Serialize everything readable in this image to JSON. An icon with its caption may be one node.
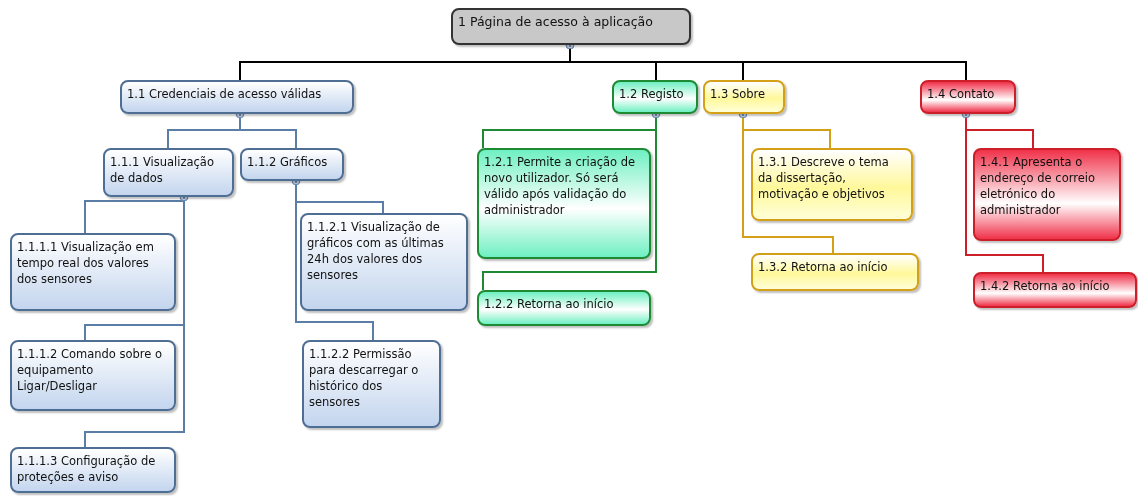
{
  "diagram": {
    "nodes": [
      {
        "text": [
          "1 Página de acesso à aplicação"
        ]
      },
      {
        "text": [
          "1.1 Credenciais de acesso válidas"
        ]
      },
      {
        "text": [
          "1.2 Registo"
        ]
      },
      {
        "text": [
          "1.3 Sobre"
        ]
      },
      {
        "text": [
          "1.4 Contato"
        ]
      },
      {
        "text": [
          "1.1.1 Visualização de dados"
        ]
      },
      {
        "text": [
          "1.1.2 Gráficos"
        ]
      },
      {
        "text": [
          "1.1.1.1 Visualização em tempo real dos valores dos sensores"
        ]
      },
      {
        "text": [
          "1.1.1.2 Comando sobre o equipamento Ligar/Desligar"
        ]
      },
      {
        "text": [
          "1.1.1.3 Configuração de proteções e aviso"
        ]
      },
      {
        "text": [
          "1.1.2.1 Visualização de gráficos com as últimas 24h dos valores dos sensores"
        ]
      },
      {
        "text": [
          "1.1.2.2 Permissão para descarregar o histórico dos sensores"
        ]
      },
      {
        "text": [
          "1.2.1 Permite a criação de novo utilizador. Só será válido após validação do administrador"
        ]
      },
      {
        "text": [
          "1.2.2 Retorna ao início"
        ]
      },
      {
        "text": [
          "1.3.1 Descreve o tema da dissertação, motivação e objetivos"
        ]
      },
      {
        "text": [
          "1.3.2 Retorna ao início"
        ]
      },
      {
        "text": [
          "1.4.1 Apresenta o endereço de correio eletrónico do administrador"
        ]
      },
      {
        "text": [
          "1.4.2 Retorna ao início"
        ]
      }
    ],
    "edges": [
      {
        "from": 0,
        "to": 1,
        "arrow": "other",
        "color": "#000000"
      },
      {
        "from": 0,
        "to": 2,
        "arrow": "other",
        "color": "#000000"
      },
      {
        "from": 0,
        "to": 3,
        "arrow": "other",
        "color": "#000000"
      },
      {
        "from": 0,
        "to": 4,
        "arrow": "other",
        "color": "#000000"
      },
      {
        "from": 1,
        "to": 5,
        "arrow": "other"
      },
      {
        "from": 1,
        "to": 6,
        "arrow": "other"
      },
      {
        "from": 5,
        "to": 7,
        "arrow": "other"
      },
      {
        "from": 5,
        "to": 8,
        "arrow": "other"
      },
      {
        "from": 5,
        "to": 9,
        "arrow": "other"
      },
      {
        "from": 6,
        "to": 10,
        "arrow": "other"
      },
      {
        "from": 6,
        "to": 11,
        "arrow": "other"
      },
      {
        "from": 2,
        "to": 12,
        "arrow": "other",
        "color": "#1e8a34"
      },
      {
        "from": 2,
        "to": 13,
        "arrow": "other",
        "color": "#1e8a34"
      },
      {
        "from": 3,
        "to": 14,
        "arrow": "other",
        "color": "#d4a017"
      },
      {
        "from": 3,
        "to": 15,
        "arrow": "other",
        "color": "#d4a017"
      },
      {
        "from": 4,
        "to": 16,
        "arrow": "other",
        "color": "#cc1f2a"
      },
      {
        "from": 4,
        "to": 17,
        "arrow": "other",
        "color": "#cc1f2a"
      }
    ]
  }
}
